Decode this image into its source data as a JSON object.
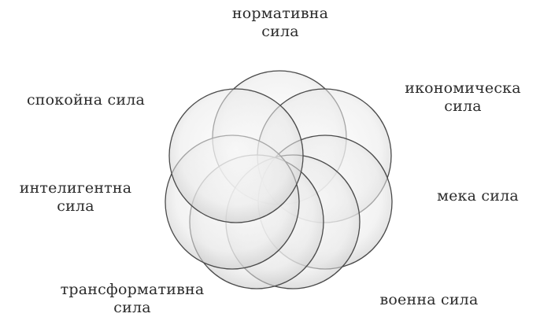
{
  "labels": {
    "normative": {
      "line1": "нормативна",
      "line2": "сила"
    },
    "economic": {
      "line1": "икономическа",
      "line2": "сила"
    },
    "calm": {
      "line1": "спокойна сила"
    },
    "intelligent": {
      "line1": "интелигентна",
      "line2": "сила"
    },
    "soft": {
      "line1": "мека сила"
    },
    "transformative": {
      "line1": "трансформативна",
      "line2": "сила"
    },
    "military": {
      "line1": "военна сила"
    }
  },
  "colors": {
    "stroke": "#4a4a4a",
    "fill_light": "#fbfbfb",
    "fill_dark": "#cfcfcf",
    "text": "#2b2b2b"
  }
}
